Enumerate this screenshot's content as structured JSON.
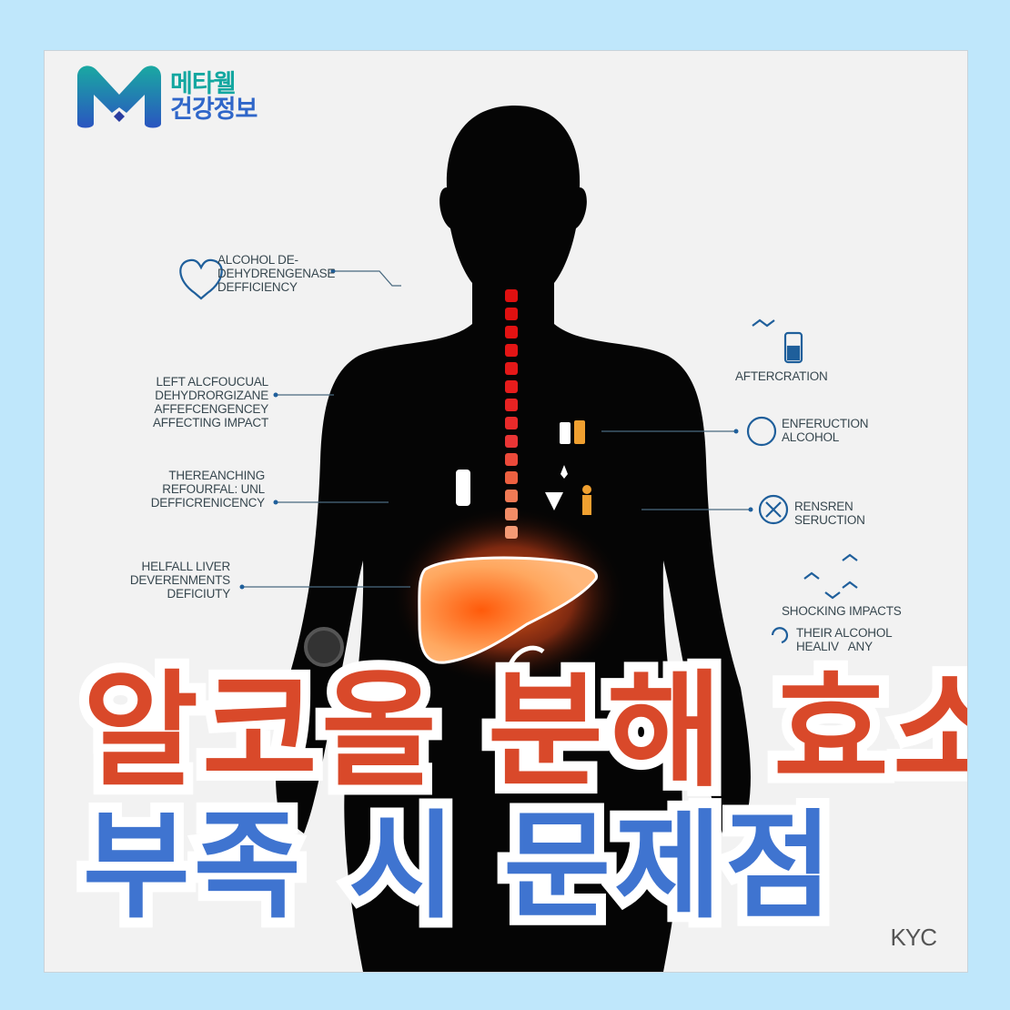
{
  "logo": {
    "line1": "메타웰",
    "line2": "건강정보"
  },
  "labels_left": [
    {
      "text": "ALCOHOL DE-\nDEHYDRENGENASE\nDEFFICIENCY",
      "icon": "heart-pulse-icon"
    },
    {
      "text": "LEFT ALCFOUCUAL\nDEHYDRORGIZANE\nAFFEFCENGENCEY\nAFFECTING IMPACT"
    },
    {
      "text": "THEREANCHING\nREFOURFAL: UNL\nDEFFICRENICENCY"
    },
    {
      "text": "HELFALL LIVER\nDEVERENMENTS\nDEFICIUTY"
    }
  ],
  "labels_right": [
    {
      "text": "AFTERCRATION",
      "icon": "molecule-bottle-icon"
    },
    {
      "text": "ENFERUCTION\nALCOHOL",
      "icon": "circle-lightbulb-icon"
    },
    {
      "text": "RENSREN\nSERUCTION",
      "icon": "circle-x-icon"
    },
    {
      "text": "SHOCKING IMPACTS",
      "icon": "molecule-icon"
    },
    {
      "text": "THEIR ALCOHOL\nHEALIV   ANY",
      "icon": "swirl-icon"
    }
  ],
  "title": {
    "line1": "알코올 분해 효소",
    "line2": "부족 시 문제점"
  },
  "signature": "KYC",
  "colors": {
    "title1": "#d9492a",
    "title2": "#3f74d0",
    "background": "#bfe7fb",
    "label": "#37474f",
    "accent": "#1f5f9b"
  }
}
